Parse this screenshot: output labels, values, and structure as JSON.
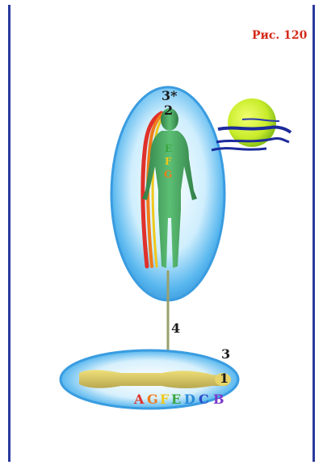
{
  "figure": {
    "caption": "Рис. 120"
  },
  "labels": {
    "l3star": "3*",
    "l2": "2",
    "l4": "4",
    "l3": "3",
    "l1": "1",
    "chakra_upper": [
      "E",
      "F",
      "G"
    ],
    "chakra_lower": [
      "A",
      "G",
      "F",
      "E",
      "D",
      "C",
      "B"
    ]
  },
  "colors": {
    "frame": "#2a3a9c",
    "caption": "#d42a1a",
    "aura_blue": "#3aa8e8",
    "body_green": "#3f9a5a",
    "moon": "#c8ec2a",
    "cloud": "#1c2a9c"
  },
  "chakra_colors": [
    "#e0302a",
    "#f07a1a",
    "#f0c81a",
    "#3aa640",
    "#2a8ad8",
    "#2a4ac8",
    "#7a3ac8"
  ]
}
